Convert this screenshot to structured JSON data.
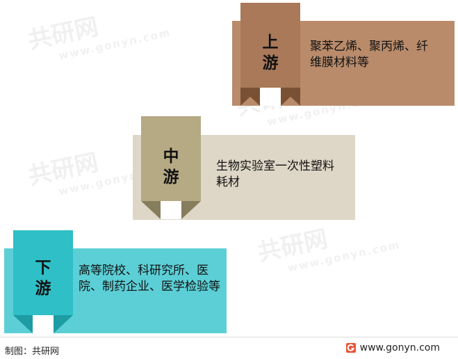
{
  "stages": [
    {
      "id": "upstream",
      "tab_chars": [
        "上",
        "游"
      ],
      "description": "聚苯乙烯、聚丙烯、纤维膜材料等",
      "colors": {
        "panel": "#b98b6b",
        "tab": "#a9795a",
        "flap": "#7a5035",
        "notch": "#ffffff"
      }
    },
    {
      "id": "midstream",
      "tab_chars": [
        "中",
        "游"
      ],
      "description": "生物实验室一次性塑料耗材",
      "colors": {
        "panel": "#ded6c6",
        "tab": "#b5aa84",
        "flap": "#857d5c",
        "notch": "#ffffff"
      }
    },
    {
      "id": "downstream",
      "tab_chars": [
        "下",
        "游"
      ],
      "description": "高等院校、科研究所、医院、制药企业、医学检验等",
      "colors": {
        "panel": "#5ccfd6",
        "tab": "#2ebfc7",
        "flap": "#1e9ca3",
        "notch": "#ffffff"
      }
    }
  ],
  "footer": {
    "source": "制图：共研网",
    "website": "www.gonyn.com",
    "logo_color": "#e8563a"
  },
  "watermark": {
    "text": "共研网",
    "sub": "www.gonyn.com"
  }
}
